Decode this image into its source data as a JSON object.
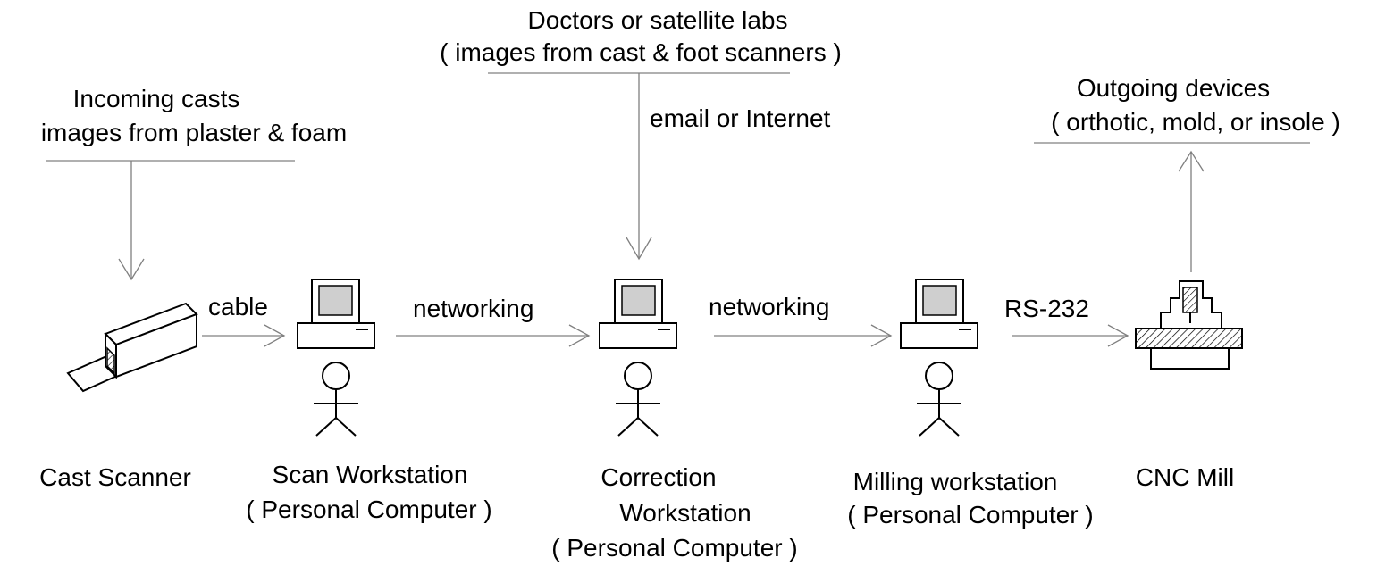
{
  "sources": {
    "incoming_title": "Incoming casts",
    "incoming_sub": "images from plaster & foam",
    "doctors_title": "Doctors or satellite labs",
    "doctors_sub": "( images from cast & foot scanners )",
    "doctors_link": "email or Internet",
    "outgoing_title": "Outgoing devices",
    "outgoing_sub": "( orthotic, mold, or insole )"
  },
  "links": {
    "scanner_to_scan": "cable",
    "scan_to_correction": "networking",
    "correction_to_milling": "networking",
    "milling_to_cnc": "RS-232"
  },
  "nodes": [
    {
      "line1": "Cast Scanner",
      "line2": "",
      "line3": ""
    },
    {
      "line1": "Scan Workstation",
      "line2": "( Personal Computer )",
      "line3": ""
    },
    {
      "line1": "Correction",
      "line2": "Workstation",
      "line3": "( Personal Computer )"
    },
    {
      "line1": "Milling workstation",
      "line2": "( Personal Computer )",
      "line3": ""
    },
    {
      "line1": "CNC Mill",
      "line2": "",
      "line3": ""
    }
  ],
  "icons": {
    "scanner": "cast-scanner-icon",
    "computer": "personal-computer-icon",
    "operator": "stick-figure-icon",
    "mill": "cnc-mill-icon"
  },
  "colors": {
    "connector": "#808080",
    "outline": "#000000",
    "screen": "#cfcfcf"
  }
}
